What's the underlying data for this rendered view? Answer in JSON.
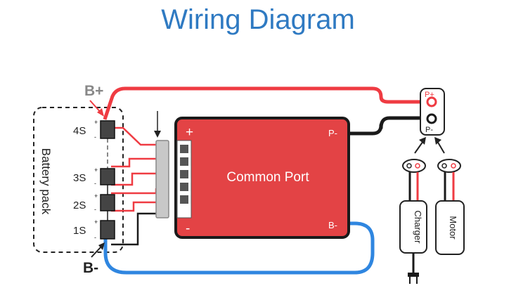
{
  "title": "Wiring Diagram",
  "colors": {
    "title": "#2f7ac2",
    "board": "#e34345",
    "positive_wire": "#ef3b42",
    "negative_wire": "#1a1a1a",
    "b_minus_wire": "#2f86e0"
  },
  "labels": {
    "b_plus": "B+",
    "b_minus": "B-",
    "battery_pack": "Battery pack",
    "cell_4s": "4S",
    "cell_3s": "3S",
    "cell_2s": "2S",
    "cell_1s": "1S",
    "cell_plus": "+",
    "cell_minus": "-",
    "board_name": "Common Port",
    "board_plus": "+",
    "board_minus": "-",
    "board_p_minus": "P-",
    "board_b_minus": "B-",
    "p_plus": "P+",
    "p_minus": "P-",
    "charger": "Charger",
    "motor": "Motor"
  }
}
